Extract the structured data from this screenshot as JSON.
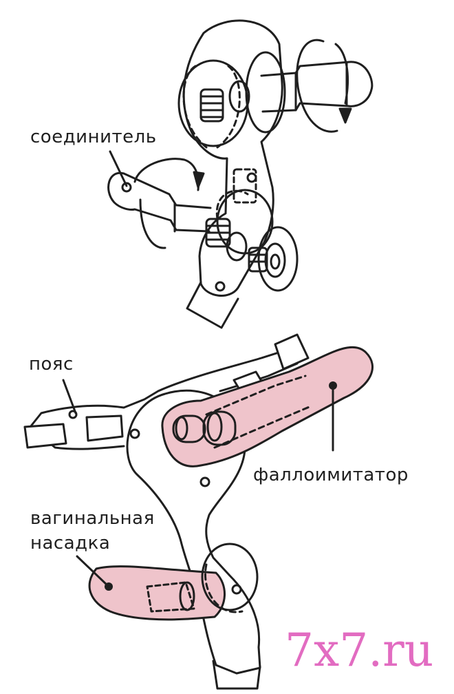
{
  "labels": {
    "connector": "соединитель",
    "belt": "пояс",
    "dildo": "фаллоимитатор",
    "vaginal_line1": "вагинальная",
    "vaginal_line2": "насадка"
  },
  "watermark": "7x7.ru",
  "colors": {
    "line": "#1f1f1f",
    "fill_pink": "#efc4cb",
    "watermark": "#e26cc1",
    "background": "#ffffff"
  }
}
